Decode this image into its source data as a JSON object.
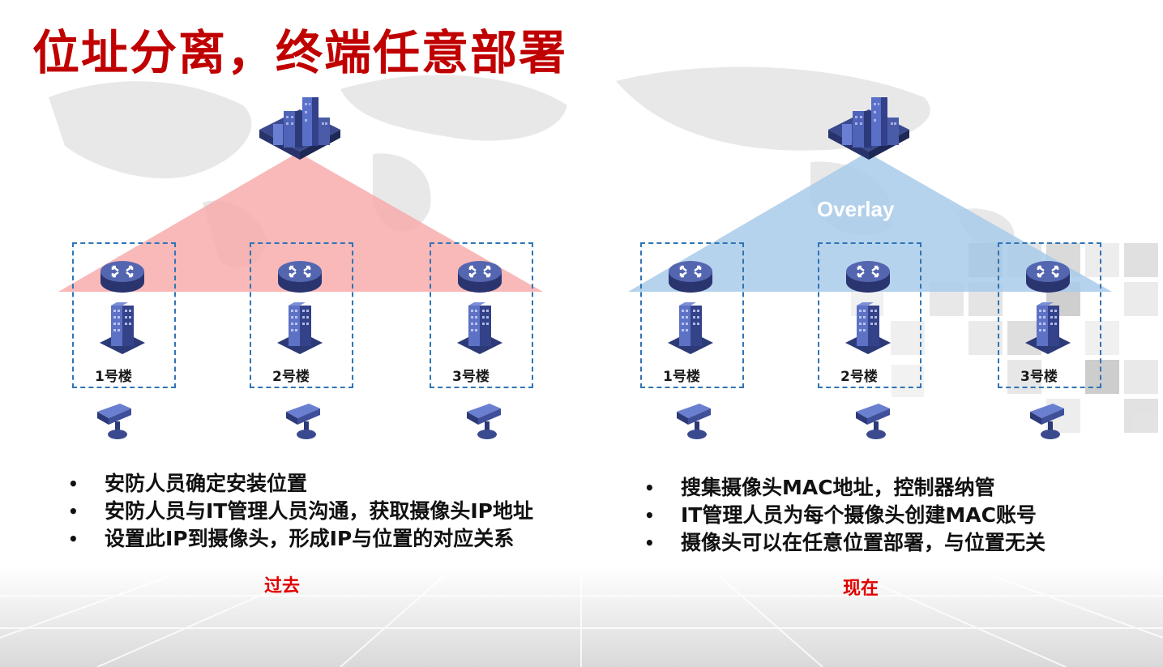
{
  "title": "位址分离，终端任意部署",
  "colors": {
    "title": "#c00000",
    "past_triangle": "#f7a8a8",
    "now_triangle": "#a9cbea",
    "dashed_box": "#2e75b6",
    "caption": "#e00000"
  },
  "past": {
    "buildings": [
      {
        "label": "1号楼"
      },
      {
        "label": "2号楼"
      },
      {
        "label": "3号楼"
      }
    ],
    "bullets": [
      "安防人员确定安装位置",
      "安防人员与IT管理人员沟通，获取摄像头IP地址",
      "设置此IP到摄像头，形成IP与位置的对应关系"
    ],
    "caption": "过去"
  },
  "now": {
    "overlay_label": "Overlay",
    "buildings": [
      {
        "label": "1号楼"
      },
      {
        "label": "2号楼"
      },
      {
        "label": "3号楼"
      }
    ],
    "bullets": [
      "搜集摄像头MAC地址，控制器纳管",
      "IT管理人员为每个摄像头创建MAC账号",
      "摄像头可以在任意位置部署，与位置无关"
    ],
    "caption": "现在"
  },
  "bullet_symbol": "•",
  "icons": {
    "headquarters": "datacenter-building-icon",
    "router": "router-icon",
    "building": "office-building-icon",
    "camera": "security-camera-icon"
  }
}
